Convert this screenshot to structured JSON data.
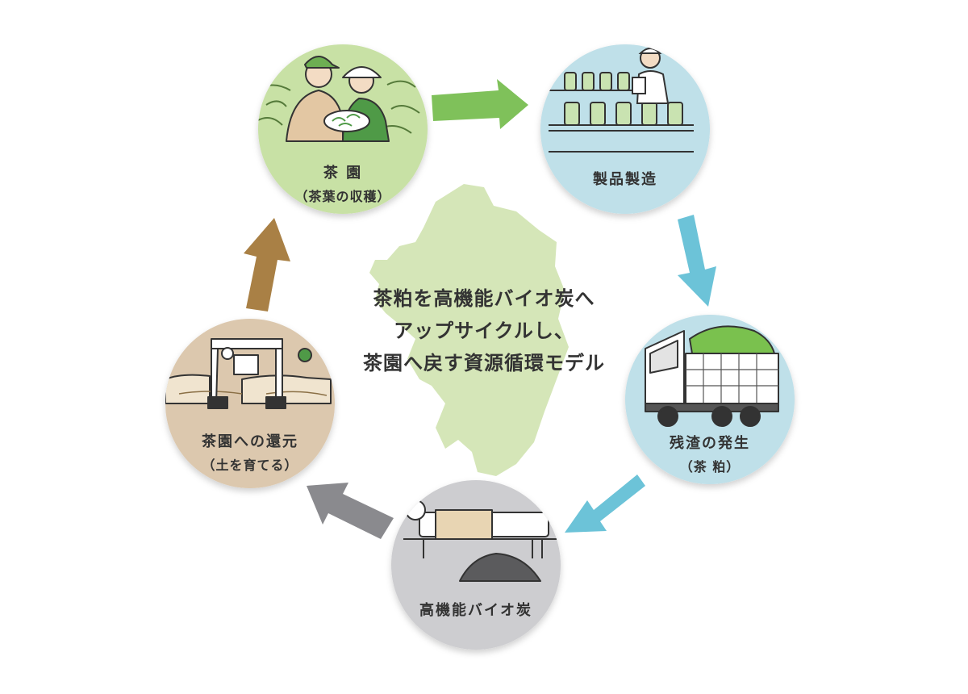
{
  "center": {
    "line1": "茶粕を高機能バイオ炭へ",
    "line2": "アップサイクルし、",
    "line3": "茶園へ戻す資源循環モデル"
  },
  "nodes": [
    {
      "id": "tea-garden",
      "title": "茶 園",
      "subtitle": "（茶葉の収穫）",
      "color": "#c8e1a5",
      "icon": "farmers-harvest-icon"
    },
    {
      "id": "manufacturing",
      "title": "製品製造",
      "subtitle": "",
      "color": "#bfe0e9",
      "icon": "bottling-factory-icon"
    },
    {
      "id": "residue",
      "title": "残渣の発生",
      "subtitle": "（茶 粕）",
      "color": "#bfe0e9",
      "icon": "dump-truck-icon"
    },
    {
      "id": "biochar",
      "title": "高機能バイオ炭",
      "subtitle": "",
      "color": "#cdcdd0",
      "icon": "rotary-kiln-icon"
    },
    {
      "id": "return",
      "title": "茶園への還元",
      "subtitle": "（土を育てる）",
      "color": "#dcc8ae",
      "icon": "tea-harvester-icon"
    }
  ],
  "arrows": [
    {
      "from": "tea-garden",
      "to": "manufacturing",
      "color": "#7fc15a"
    },
    {
      "from": "manufacturing",
      "to": "residue",
      "color": "#6cc3d8"
    },
    {
      "from": "residue",
      "to": "biochar",
      "color": "#6cc3d8"
    },
    {
      "from": "biochar",
      "to": "return",
      "color": "#8a8a8e"
    },
    {
      "from": "return",
      "to": "tea-garden",
      "color": "#a98045"
    }
  ],
  "map": {
    "region": "kyushu-map",
    "color": "#d5e6b8"
  }
}
